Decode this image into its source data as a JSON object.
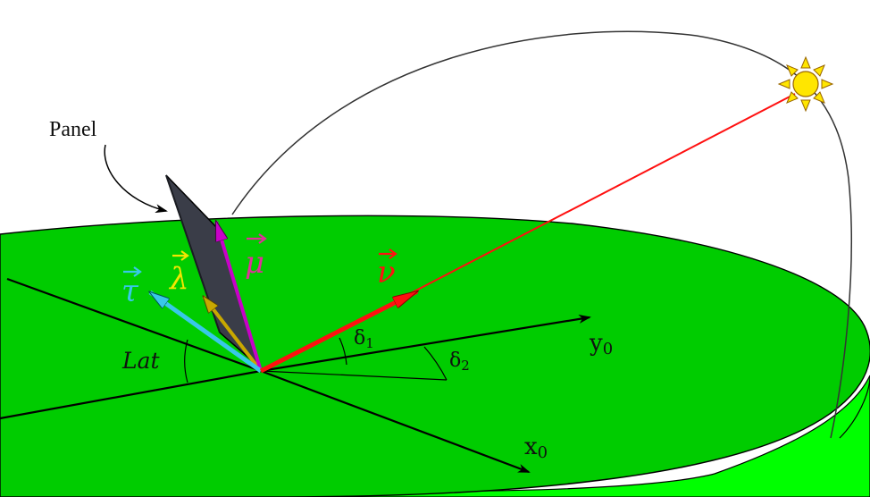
{
  "labels": {
    "panel": "Panel",
    "tau": "τ",
    "lambda": "λ",
    "mu": "μ",
    "nu": "ν",
    "y_axis": "y",
    "y_axis_sub": "0",
    "x_axis": "x",
    "x_axis_sub": "0",
    "lat": "Lat",
    "delta1": "δ",
    "delta1_sub": "1",
    "delta2": "δ",
    "delta2_sub": "2"
  },
  "colors": {
    "ground": "#00cc00",
    "ground_edge": "#33ff33",
    "panel": "#3a3d48",
    "tau": "#38c8e8",
    "lambda": "#f2e600",
    "lambda_arrow": "#c8a800",
    "mu": "#c800c8",
    "mu_label": "#e0309a",
    "nu": "#ff1010",
    "sun": "#ffe600"
  },
  "icons": {
    "sun": "sun-icon",
    "panel": "solar-panel-icon"
  }
}
